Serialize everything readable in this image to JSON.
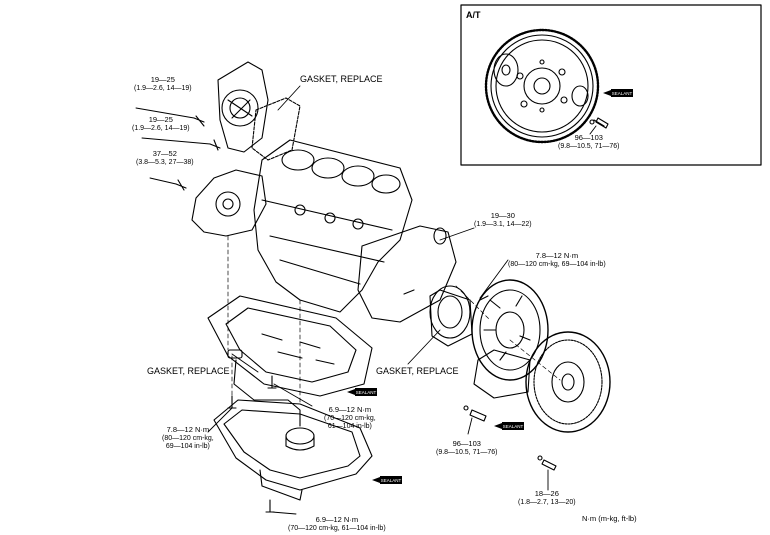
{
  "inset": {
    "title": "A/T"
  },
  "sealant": "SEALANT",
  "labels": {
    "gasket_top": "GASKET, REPLACE",
    "gasket_left": "GASKET, REPLACE",
    "gasket_right": "GASKET, REPLACE",
    "t1": {
      "value": "19—25",
      "spec": "(1.9—2.6, 14—19)"
    },
    "t2": {
      "value": "19—25",
      "spec": "(1.9—2.6, 14—19)"
    },
    "t3": {
      "value": "37—52",
      "spec": "(3.8—5.3, 27—38)"
    },
    "t4": {
      "value": "19—30",
      "spec": "(1.9—3.1, 14—22)"
    },
    "t5": {
      "value": "7.8—12 N·m",
      "spec1": "(80—120 cm-kg, 69—104 in-lb)"
    },
    "t6": {
      "value": "6.9—12 N·m",
      "spec1": "(70—120 cm-kg,",
      "spec2": "61—104 in-lb)"
    },
    "t7": {
      "value": "7.8—12 N·m",
      "spec1": "(80—120 cm-kg,",
      "spec2": "69—104 in-lb)"
    },
    "t8": {
      "value": "96—103",
      "spec": "(9.8—10.5, 71—76)"
    },
    "t9": {
      "value": "96—103",
      "spec": "(9.8—10.5, 71—76)"
    },
    "t10": {
      "value": "18—26",
      "spec": "(1.8—2.7, 13—20)"
    },
    "t11": {
      "value": "6.9—12 N·m",
      "spec1": "(70—120 cm-kg, 61—104 in-lb)"
    }
  },
  "units": "N·m (m-kg, ft-lb)"
}
